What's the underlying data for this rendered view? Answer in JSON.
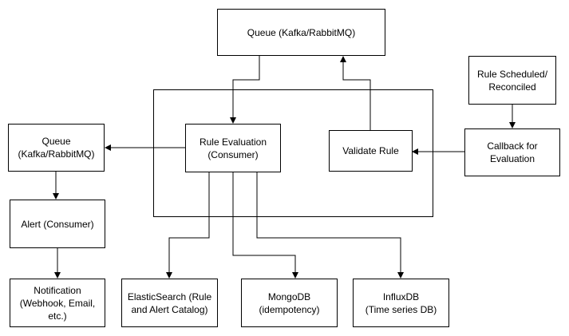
{
  "diagram": {
    "nodes": {
      "queue_top": {
        "label": "Queue (Kafka/RabbitMQ)"
      },
      "queue_left": {
        "label": "Queue\n(Kafka/RabbitMQ)"
      },
      "rule_evaluation": {
        "label": "Rule Evaluation\n(Consumer)"
      },
      "validate_rule": {
        "label": "Validate Rule"
      },
      "rule_scheduled": {
        "label": "Rule Scheduled/\nReconciled"
      },
      "callback_evaluation": {
        "label": "Callback for\nEvaluation"
      },
      "alert_consumer": {
        "label": "Alert (Consumer)"
      },
      "notification": {
        "label": "Notification\n(Webhook, Email,\netc.)"
      },
      "elasticsearch": {
        "label": "ElasticSearch (Rule\nand Alert Catalog)"
      },
      "mongodb": {
        "label": "MongoDB\n(idempotency)"
      },
      "influxdb": {
        "label": "InfluxDB\n(Time series DB)"
      }
    },
    "edges": [
      {
        "from": "queue_top",
        "to": "rule_evaluation"
      },
      {
        "from": "validate_rule",
        "to": "queue_top"
      },
      {
        "from": "rule_evaluation",
        "to": "queue_left"
      },
      {
        "from": "callback_evaluation",
        "to": "validate_rule"
      },
      {
        "from": "rule_scheduled",
        "to": "callback_evaluation"
      },
      {
        "from": "queue_left",
        "to": "alert_consumer"
      },
      {
        "from": "alert_consumer",
        "to": "notification"
      },
      {
        "from": "rule_evaluation",
        "to": "elasticsearch"
      },
      {
        "from": "rule_evaluation",
        "to": "mongodb"
      },
      {
        "from": "rule_evaluation",
        "to": "influxdb"
      }
    ],
    "colors": {
      "stroke": "#000000",
      "background": "#ffffff",
      "text": "#000000"
    }
  }
}
